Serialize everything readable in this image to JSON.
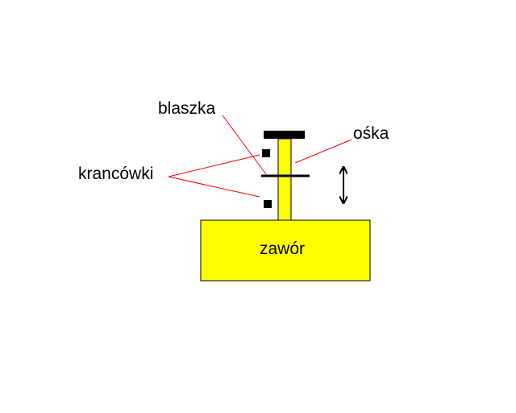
{
  "labels": {
    "blaszka": "blaszka",
    "oska": "ośka",
    "krancowki": "krancówki",
    "zawor": "zawór"
  },
  "colors": {
    "valve_fill": "#ffff00",
    "outline": "#000000",
    "leader": "#ff0000",
    "background": "#ffffff"
  }
}
